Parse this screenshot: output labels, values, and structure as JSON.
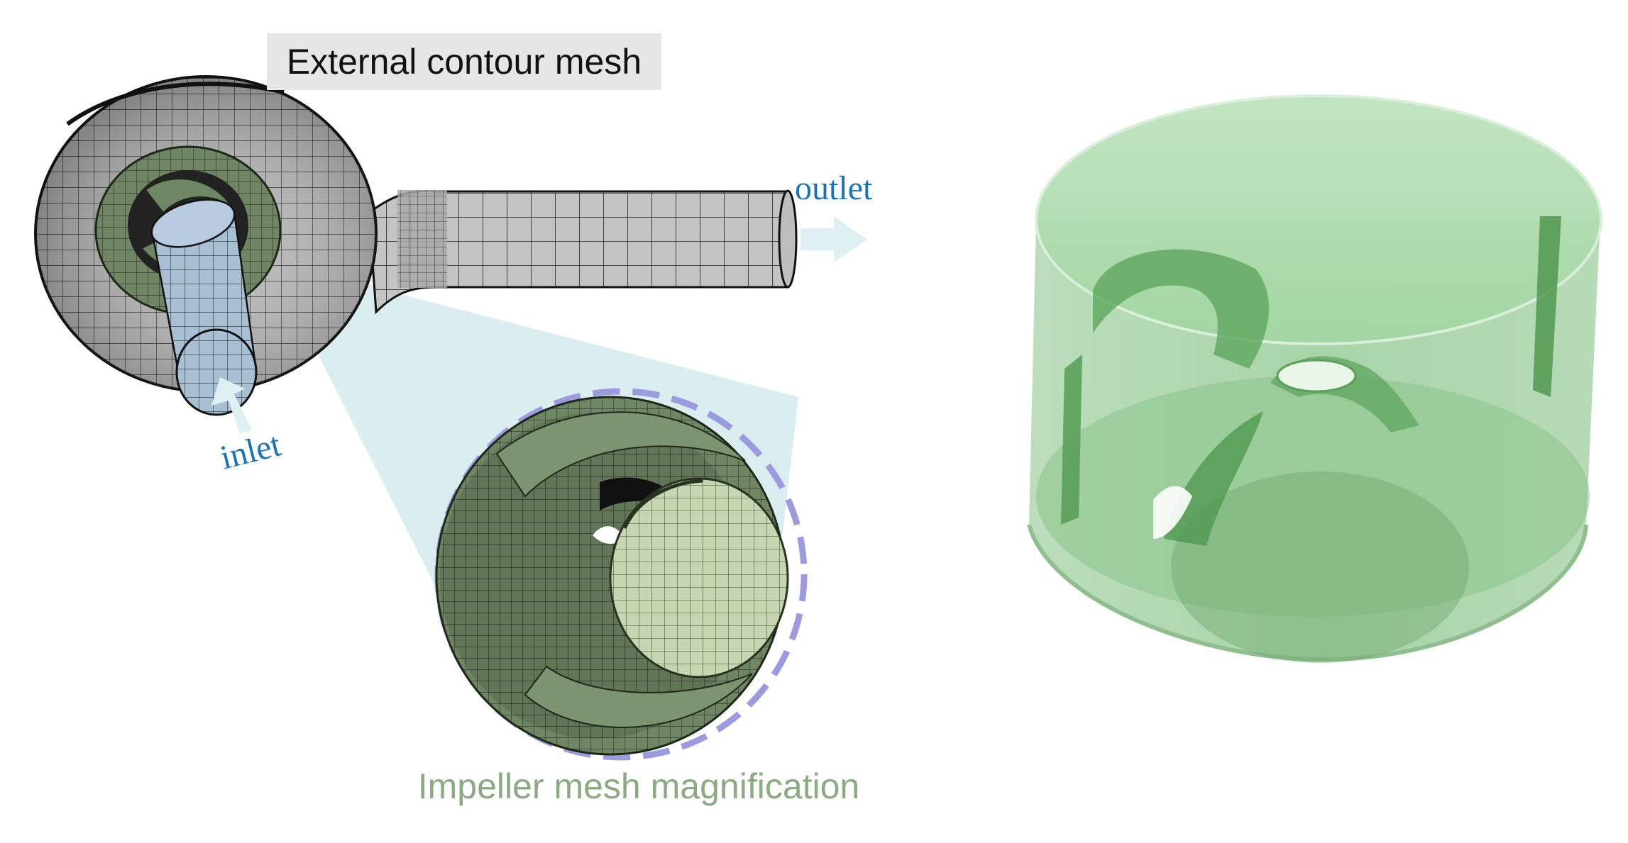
{
  "labels": {
    "title": "External contour mesh",
    "outlet": "outlet",
    "inlet": "inlet",
    "caption": "Impeller mesh magnification"
  },
  "colors": {
    "label_blue": "#1a73b8",
    "caption_green": "#8aab82",
    "mesh_grey": "#b9b9b9",
    "mesh_line": "#2a2a2a",
    "impeller_green": "#5e7453",
    "inlet_blue": "#9fb7cc",
    "zoom_cone": "#cde7ea",
    "dash_circle": "#9c9be0",
    "render_green": "#9fd69f",
    "arrow_fill": "#dff0f2"
  },
  "icons": {
    "outlet_arrow": "arrow-right-icon",
    "inlet_arrow": "arrow-up-icon"
  }
}
